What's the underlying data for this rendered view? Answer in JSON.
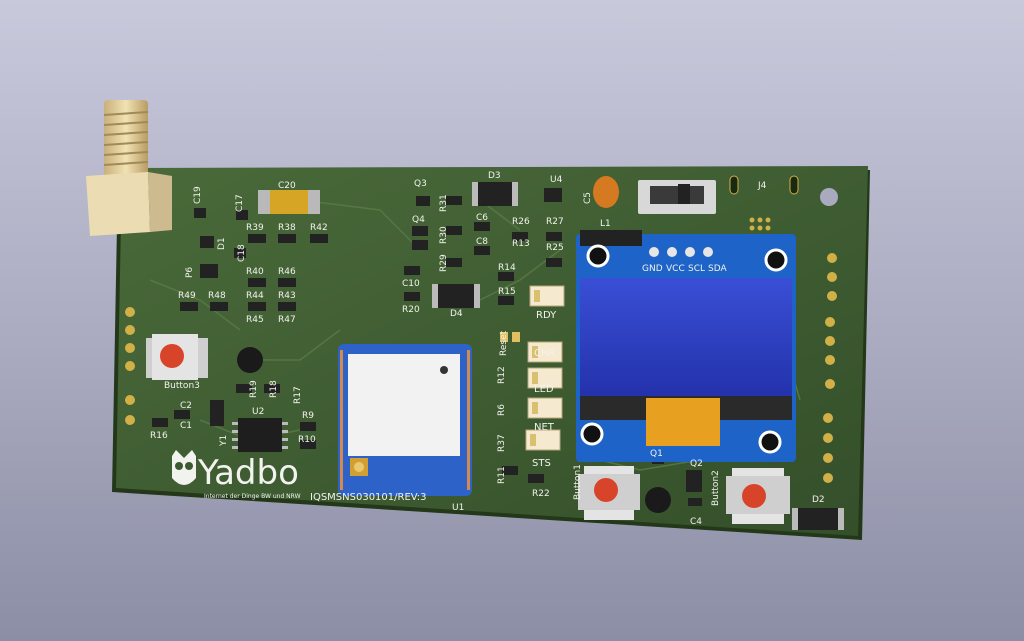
{
  "board": {
    "brand_logo_text": "Yadbo",
    "brand_tagline": "Internet der Dinge BW und NRW",
    "revision": "IQSMSNS030101/REV:3",
    "module_ref": "U1",
    "colors": {
      "pcb": "#3c5a30",
      "background": "#a9aabf",
      "silkscreen": "#f2f2ee",
      "display_panel": "#2c3fc0",
      "display_board": "#1e63c8",
      "ribbon": "#e8a020",
      "button_cap": "#d8442a"
    }
  },
  "buttons": [
    {
      "ref": "Button3"
    },
    {
      "ref": "Button1"
    },
    {
      "ref": "Button2"
    }
  ],
  "leds": [
    {
      "label": "RDY"
    },
    {
      "label": "CHR"
    },
    {
      "label": "LED"
    },
    {
      "label": "NET"
    },
    {
      "label": "STS"
    }
  ],
  "reset_label": "Reset",
  "display": {
    "pins": [
      "GND",
      "VCC",
      "SCL",
      "SDA"
    ]
  },
  "components": {
    "C20": "C20",
    "C19": "C19",
    "C17": "C17",
    "C18": "C18",
    "D1": "D1",
    "P6": "P6",
    "R39": "R39",
    "R38": "R38",
    "R42": "R42",
    "R40": "R40",
    "R46": "R46",
    "R44": "R44",
    "R43": "R43",
    "R45": "R45",
    "R47": "R47",
    "R49": "R49",
    "R48": "R48",
    "Q3": "Q3",
    "Q4": "Q4",
    "R31": "R31",
    "R30": "R30",
    "R29": "R29",
    "D3": "D3",
    "C6": "C6",
    "C8": "C8",
    "R14": "R14",
    "R15": "R15",
    "C10": "C10",
    "R20": "R20",
    "D4": "D4",
    "U4": "U4",
    "R26": "R26",
    "R27": "R27",
    "R13": "R13",
    "R25": "R25",
    "C5": "C5",
    "L1": "L1",
    "J4": "J4",
    "R12": "R12",
    "R6": "R6",
    "R37": "R37",
    "R11": "R11",
    "R22": "R22",
    "R19": "R19",
    "R18": "R18",
    "R17": "R17",
    "C2": "C2",
    "C1": "C1",
    "R16": "R16",
    "Y1": "Y1",
    "U2": "U2",
    "R9": "R9",
    "R10": "R10",
    "Q1": "Q1",
    "Q2": "Q2",
    "C4": "C4",
    "D2": "D2"
  }
}
